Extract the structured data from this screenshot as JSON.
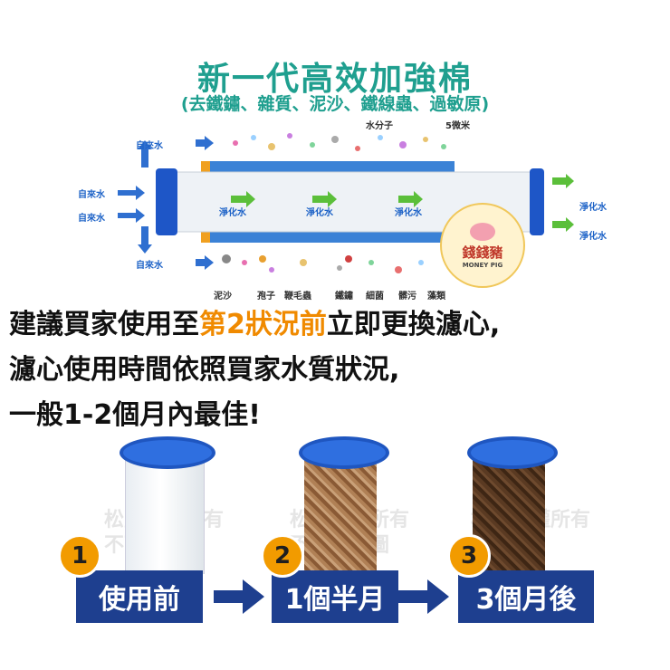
{
  "diagram": {
    "title": "新一代高效加強棉",
    "subtitle": "(去鐵鏽、雜質、泥沙、鐵線蟲、過敏原)",
    "labels": {
      "water_molecule": "水分子",
      "micron": "5微米",
      "tap_water": "自來水",
      "purified_water": "淨化水",
      "bottom": [
        "泥沙",
        "孢子",
        "鞭毛蟲",
        "鐵鏽",
        "細菌",
        "髒污",
        "藻類"
      ]
    },
    "badge": {
      "name": "錢錢豬",
      "sub": "MONEY PIG"
    }
  },
  "notes": {
    "line1_pre": "建議買家使用至",
    "line1_highlight": "第2狀況前",
    "line1_post": "立即更換濾心,",
    "line2": "濾心使用時間依照買家水質狀況,",
    "line3": "一般1-2個月內最佳!"
  },
  "stages": [
    {
      "num": "1",
      "label": "使用前"
    },
    {
      "num": "2",
      "label": "1個半月"
    },
    {
      "num": "3",
      "label": "3個月後"
    }
  ],
  "watermark": {
    "line1": "松壹版權所有",
    "line2": "不可以盜圖"
  },
  "colors": {
    "accent": "#1f9f8f",
    "highlight": "#f08a00",
    "stage": "#1e3f8f",
    "badge_num": "#f29b00"
  }
}
